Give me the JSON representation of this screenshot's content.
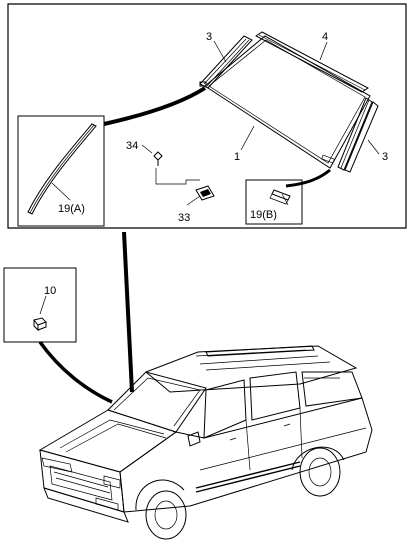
{
  "diagram": {
    "callouts": {
      "windshield": "1",
      "side_molding": "3",
      "side_molding_right": "3",
      "top_molding": "4",
      "molding_inset_a": "19(A)",
      "molding_inset_b": "19(B)",
      "bolt": "34",
      "clip": "33",
      "part_inset": "10"
    }
  }
}
